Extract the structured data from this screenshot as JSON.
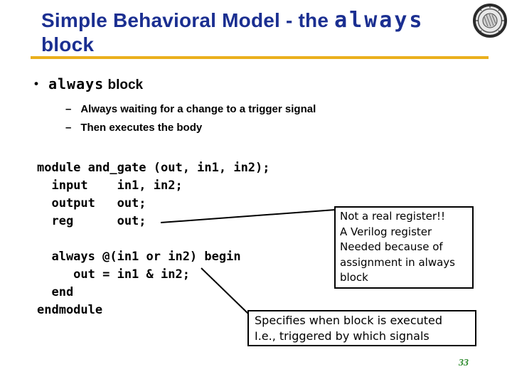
{
  "slide": {
    "title": {
      "prefix": "Simple Behavioral Model - the ",
      "keyword": "always",
      "line2": "block"
    },
    "page_number": "33"
  },
  "bullets": {
    "main": {
      "marker": "•",
      "keyword": "always",
      "rest": " block"
    },
    "sub": [
      {
        "marker": "–",
        "text": "Always waiting for a change to a trigger signal"
      },
      {
        "marker": "–",
        "text": "Then executes the body"
      }
    ]
  },
  "code": {
    "listing": "module and_gate (out, in1, in2);\n  input    in1, in2;\n  output   out;\n  reg      out;\n\n  always @(in1 or in2) begin\n     out = in1 & in2;\n  end\nendmodule"
  },
  "callouts": {
    "register_note": "Not a real register!!\nA Verilog register\nNeeded because of\nassignment in always\nblock",
    "trigger_note": "Specifies when block is executed\nI.e., triggered by which signals"
  },
  "icons": {
    "logo": "university-seal-logo"
  },
  "colors": {
    "title_text": "#1b2f91",
    "title_underline": "#eaaf1d",
    "callout_border": "#000000",
    "page_number": "#2e8b2e",
    "background": "#ffffff"
  }
}
